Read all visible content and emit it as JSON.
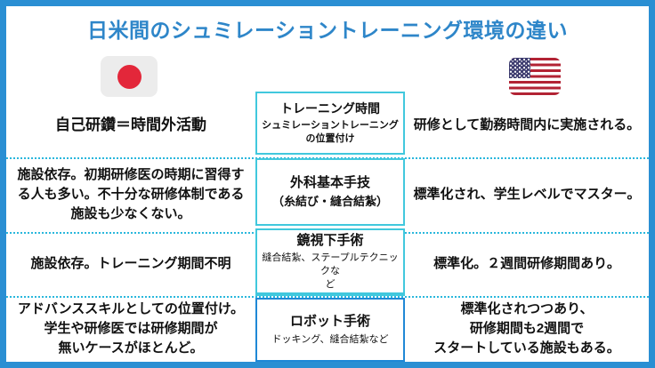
{
  "title": "日米間のシュミレーショントレーニング環境の違い",
  "flags": {
    "japan": "japan-flag-icon",
    "us": "us-flag-icon"
  },
  "rows": [
    {
      "category": "トレーニング時間",
      "category_sub": "シュミレーショントレーニング\nの位置付け",
      "japan": "自己研鑽＝時間外活動",
      "us": "研修として勤務時間内に実施される。"
    },
    {
      "category": "外科基本手技",
      "category_sub": "（糸結び・縫合結紮）",
      "japan": "施設依存。初期研修医の時期に習得す\nる人も多い。不十分な研修体制である\n施設も少なくない。",
      "us": "標準化され、学生レベルでマスター。"
    },
    {
      "category": "鏡視下手術",
      "category_sub": "縫合結紮、ステープルテクニックな\nど",
      "japan": "施設依存。トレーニング期間不明",
      "us": "標準化。２週間研修期間あり。"
    },
    {
      "category": "ロボット手術",
      "category_sub": "ドッキング、縫合結紮など",
      "japan": "アドバンススキルとしての位置付け。\n学生や研修医では研修期間が\n無いケースがほとんど。",
      "us": "標準化されつつあり、\n研修期間も2週間で\nスタートしている施設もある。"
    }
  ],
  "colors": {
    "outer_border": "#2a8fd3",
    "title_text": "#2e86c9",
    "category_box_border": "#41c8dd",
    "robot_box_border": "#1f88d6",
    "separator_dotted": "#2ab7dc",
    "japan_flag_red": "#e3273a",
    "us_flag_blue": "#3c3b6e",
    "us_flag_red": "#b22334"
  }
}
